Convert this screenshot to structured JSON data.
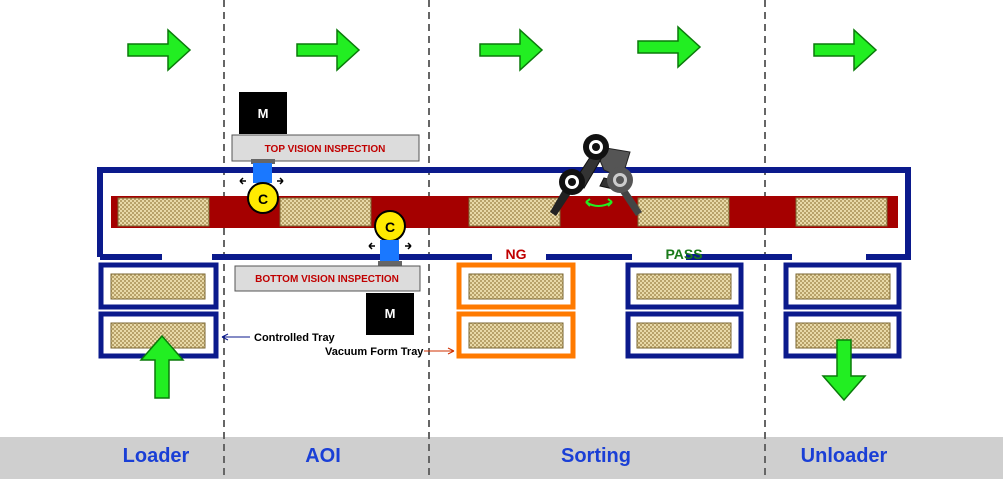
{
  "motor_label": "M",
  "camera_label": "C",
  "inspection": {
    "top": "TOP VISION INSPECTION",
    "bottom": "BOTTOM VISION INSPECTION"
  },
  "bin_labels": {
    "ng": "NG",
    "pass": "PASS"
  },
  "tray_labels": {
    "controlled": "Controlled Tray",
    "vacuum": "Vacuum Form Tray"
  },
  "stations": [
    "Loader",
    "AOI",
    "Sorting",
    "Unloader"
  ],
  "colors": {
    "frame": "#0b1a8c",
    "conveyor": "#a50000",
    "arrow": "#22ee22",
    "ng_tray": "#ff7a00",
    "station_text": "#1a3fd6",
    "footer": "#cfcfcf"
  }
}
